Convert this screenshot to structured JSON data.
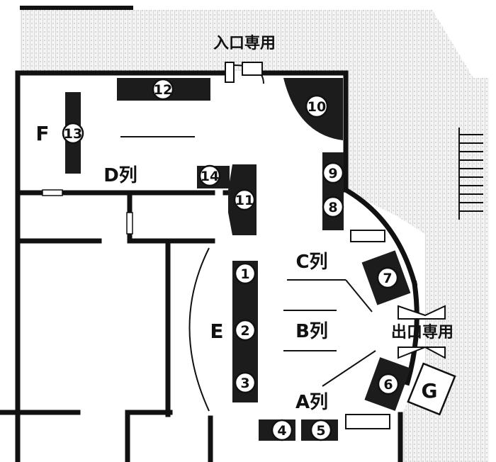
{
  "signs": {
    "entrance": "入口専用",
    "exit": "出口専用"
  },
  "rows": {
    "a": "A列",
    "b": "B列",
    "c": "C列",
    "d": "D列"
  },
  "areas": {
    "e": "E",
    "f": "F",
    "g": "G"
  },
  "shelves": {
    "s1": "1",
    "s2": "2",
    "s3": "3",
    "s4": "4",
    "s5": "5",
    "s6": "6",
    "s7": "7",
    "s8": "8",
    "s9": "9",
    "s10": "10",
    "s11": "11",
    "s12": "12",
    "s13": "13",
    "s14": "14"
  }
}
